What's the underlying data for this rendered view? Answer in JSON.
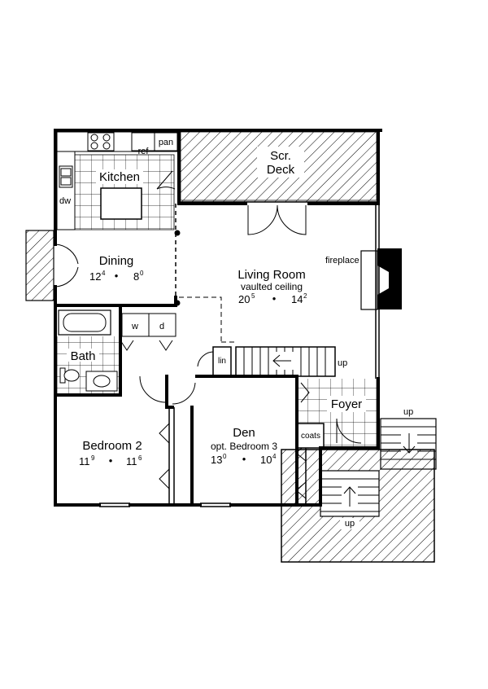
{
  "rooms": {
    "deck": {
      "line1": "Scr.",
      "line2": "Deck"
    },
    "kitchen": {
      "name": "Kitchen"
    },
    "dining": {
      "name": "Dining",
      "w_main": "12",
      "w_sup": "4",
      "sep": "•",
      "l_main": "8",
      "l_sup": "0"
    },
    "living": {
      "name": "Living Room",
      "sub": "vaulted ceiling",
      "w_main": "20",
      "w_sup": "5",
      "sep": "•",
      "l_main": "14",
      "l_sup": "2"
    },
    "bath": {
      "name": "Bath"
    },
    "bedroom2": {
      "name": "Bedroom 2",
      "w_main": "11",
      "w_sup": "9",
      "sep": "•",
      "l_main": "11",
      "l_sup": "6"
    },
    "den": {
      "name": "Den",
      "sub": "opt. Bedroom 3",
      "w_main": "13",
      "w_sup": "0",
      "sep": "•",
      "l_main": "10",
      "l_sup": "4"
    },
    "foyer": {
      "name": "Foyer"
    }
  },
  "labels": {
    "ref": "ref",
    "pan": "pan",
    "dw": "dw",
    "w": "w",
    "d": "d",
    "lin": "lin",
    "coats": "coats",
    "fireplace": "fireplace",
    "up_stair": "up",
    "up_right": "up",
    "up_bottom": "up"
  }
}
